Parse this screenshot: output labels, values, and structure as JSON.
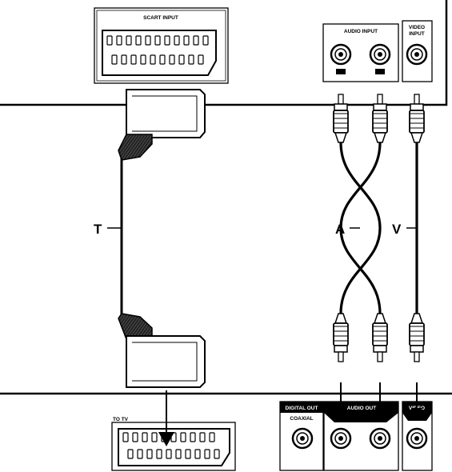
{
  "device_top": {
    "scart_input_label": "SCART INPUT",
    "audio_input_label": "AUDIO INPUT",
    "video_input_label_line1": "VIDEO",
    "video_input_label_line2": "INPUT"
  },
  "cables": {
    "scart_label": "T",
    "audio_label": "A",
    "video_label": "V"
  },
  "device_bottom": {
    "to_tv_label": "TO TV",
    "digital_out_label": "DIGITAL OUT",
    "coaxial_label": "COAXIAL",
    "audio_out_label": "AUDIO OUT",
    "video_label": "VIDEO"
  }
}
